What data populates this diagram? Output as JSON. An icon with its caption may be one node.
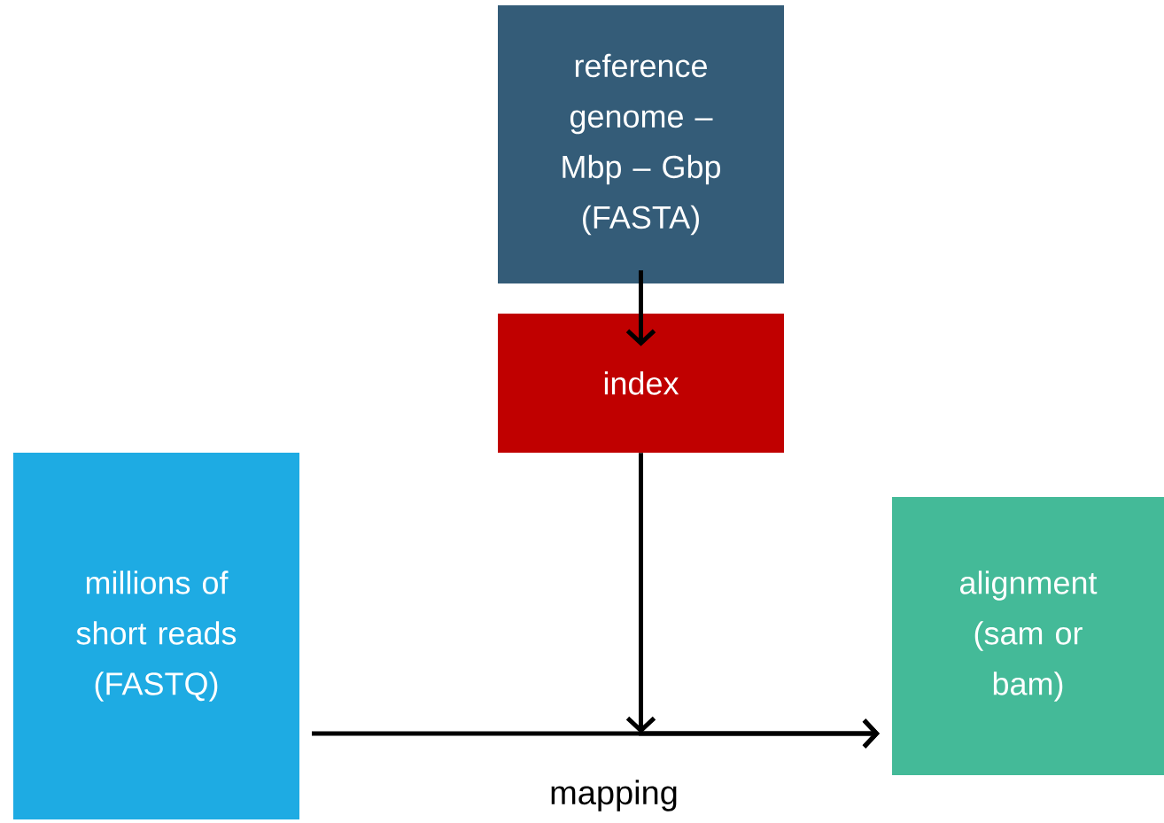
{
  "diagram": {
    "nodes": [
      {
        "text": [
          "reference genome – Mbp – Gbp (FASTA)"
        ]
      },
      {
        "text": [
          "index"
        ]
      },
      {
        "text": [
          "millions of short reads (FASTQ)"
        ]
      },
      {
        "text": [
          "alignment (sam or bam)"
        ]
      }
    ],
    "edges": [
      {
        "from": 0,
        "to": 1,
        "arrow": "to"
      },
      {
        "from": 2,
        "to": 3,
        "arrow": "to",
        "label": "mapping"
      },
      {
        "from": 1,
        "to": 3,
        "arrow": "to"
      }
    ]
  }
}
